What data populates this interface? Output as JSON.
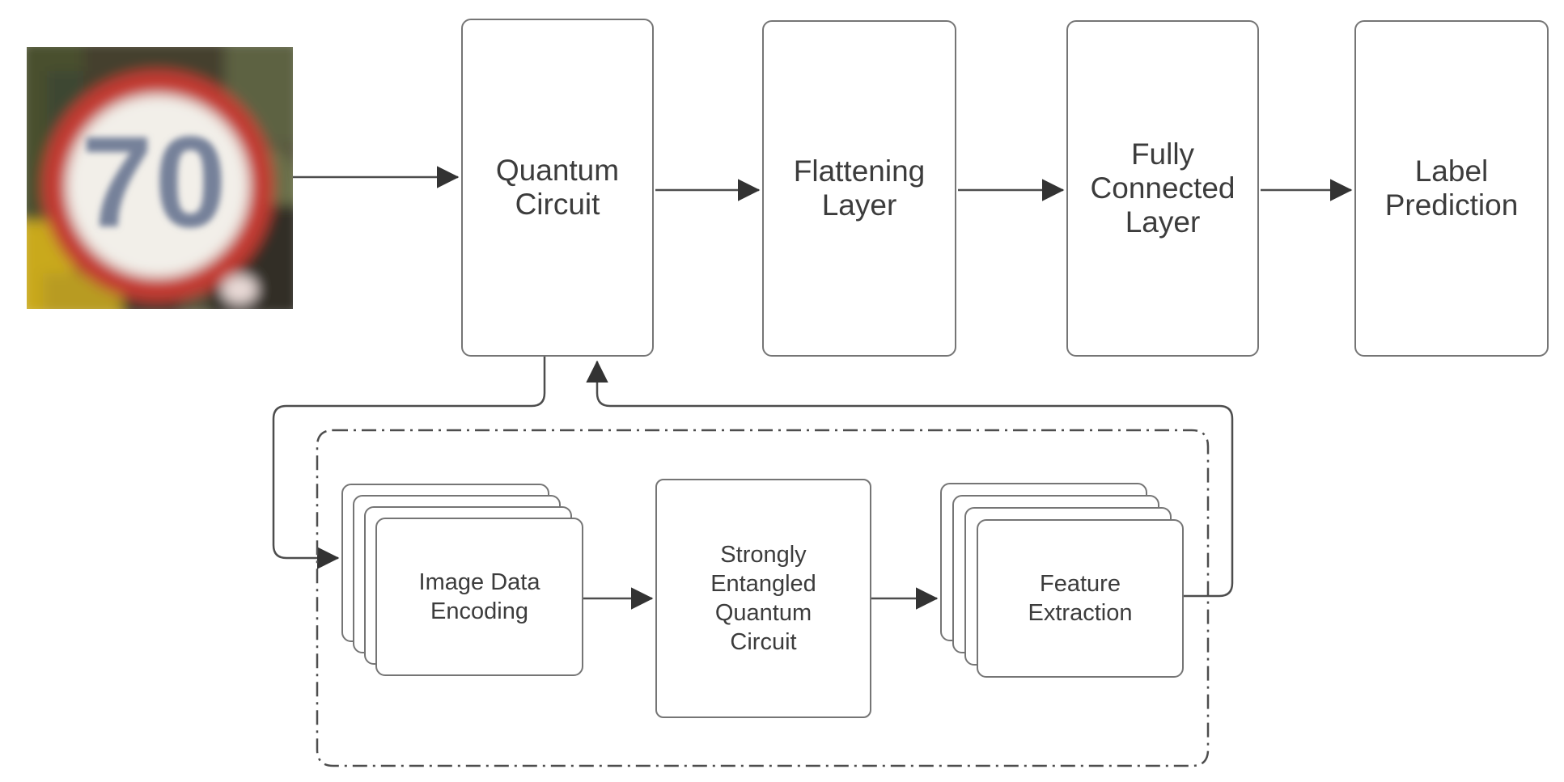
{
  "sign": {
    "digits": "70",
    "description": "blurry photo of a 70 speed-limit road sign"
  },
  "top_nodes": [
    {
      "label": "Quantum Circuit"
    },
    {
      "label": "Flattening Layer"
    },
    {
      "label": "Fully Connected Layer"
    },
    {
      "label": "Label Prediction"
    }
  ],
  "sub_nodes": [
    {
      "label": "Image Data Encoding"
    },
    {
      "label": "Strongly Entangled Quantum Circuit"
    },
    {
      "label": "Feature Extraction"
    }
  ],
  "colors": {
    "box_border": "#757575",
    "connector": "#4d4d4d",
    "arrowhead": "#333333",
    "dash_boundary": "#4d4d4d",
    "text": "#3c3c3c",
    "sign_ring_red": "#c23b33",
    "sign_face": "#f2efe9",
    "sign_digit": "#76819a"
  }
}
